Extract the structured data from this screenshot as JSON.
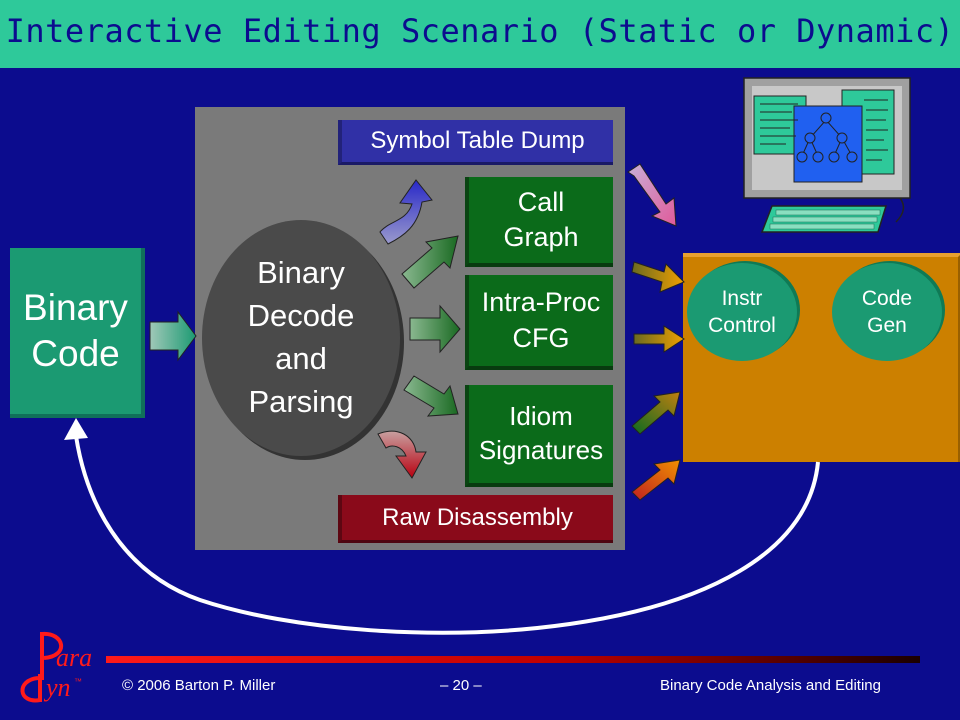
{
  "title": "Interactive Editing Scenario (Static or Dynamic)",
  "binary_code": "Binary Code",
  "decode": "Binary Decode and Parsing",
  "symbol_table": "Symbol Table Dump",
  "call_graph": "Call Graph",
  "intra_proc": "Intra-Proc CFG",
  "idiom": "Idiom Signatures",
  "raw_disassembly": "Raw Disassembly",
  "instr_control": "Instr Control",
  "code_gen": "Code Gen",
  "footer": {
    "copyright": "© 2006 Barton P. Miller",
    "page": "– 20 –",
    "course": "Binary Code Analysis and Editing"
  },
  "logo": {
    "text_top": "ara",
    "text_bottom": "yn",
    "tm": "™"
  },
  "colors": {
    "background": "#0c0c8e",
    "title_bar": "#2ec99a",
    "green_box": "#0b6b1a",
    "teal": "#1b9a72",
    "orange": "#cc8000",
    "red_box": "#8a0a1a",
    "blue_box": "#3030a6"
  }
}
